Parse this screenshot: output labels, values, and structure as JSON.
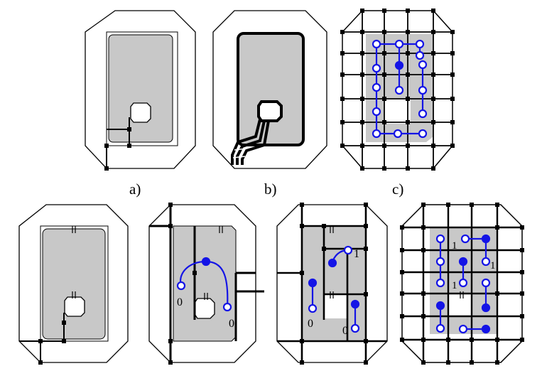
{
  "panel_labels": {
    "a": "a)",
    "b": "b)",
    "c": "c)"
  },
  "edge_labels": {
    "panel_f_left": "0",
    "panel_f_right": "0",
    "panel_g_top": "1",
    "panel_g_left": "0",
    "panel_g_bottom": "0",
    "panel_h_1": "1",
    "panel_h_2": "1",
    "panel_h_3": "1"
  },
  "colors": {
    "shaded": "#c8c8c8",
    "stroke": "#000000",
    "path": "#1414e6"
  }
}
